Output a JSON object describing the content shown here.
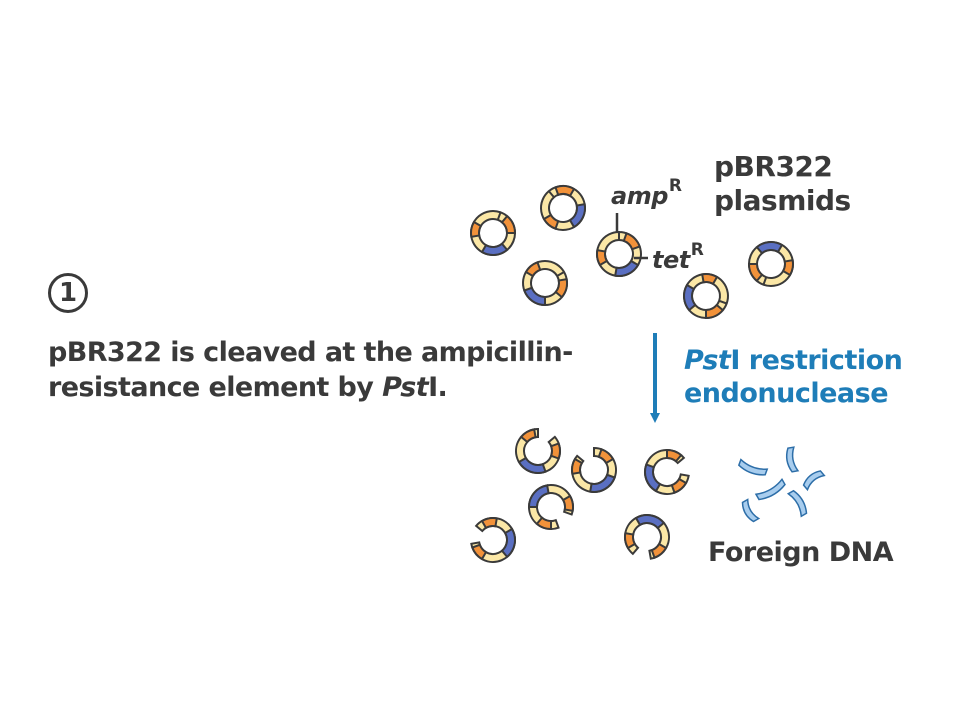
{
  "step": {
    "number": "1",
    "description_line1": "pBR322 is cleaved at the ampicillin-",
    "description_line2_prefix": "resistance element by ",
    "description_enzyme": "Pst",
    "description_suffix": "I."
  },
  "labels": {
    "plasmid_name": "pBR322",
    "plasmid_word": "plasmids",
    "amp_gene": "amp",
    "tet_gene": "tet",
    "resistance_superscript": "R",
    "enzyme_italic": "Pst",
    "enzyme_rest": "I restriction",
    "enzyme_line2": "endonuclease",
    "foreign_dna": "Foreign DNA"
  },
  "colors": {
    "text": "#3a3a3a",
    "arrow": "#1e7db8",
    "plasmid_outline": "#3a3a3a",
    "plasmid_cream": "#fbe7a6",
    "amp_segment": "#f2923a",
    "tet_segment": "#5a6fc2",
    "foreign_dna_fill": "#a8cdee",
    "foreign_dna_outline": "#2d6ea8"
  }
}
